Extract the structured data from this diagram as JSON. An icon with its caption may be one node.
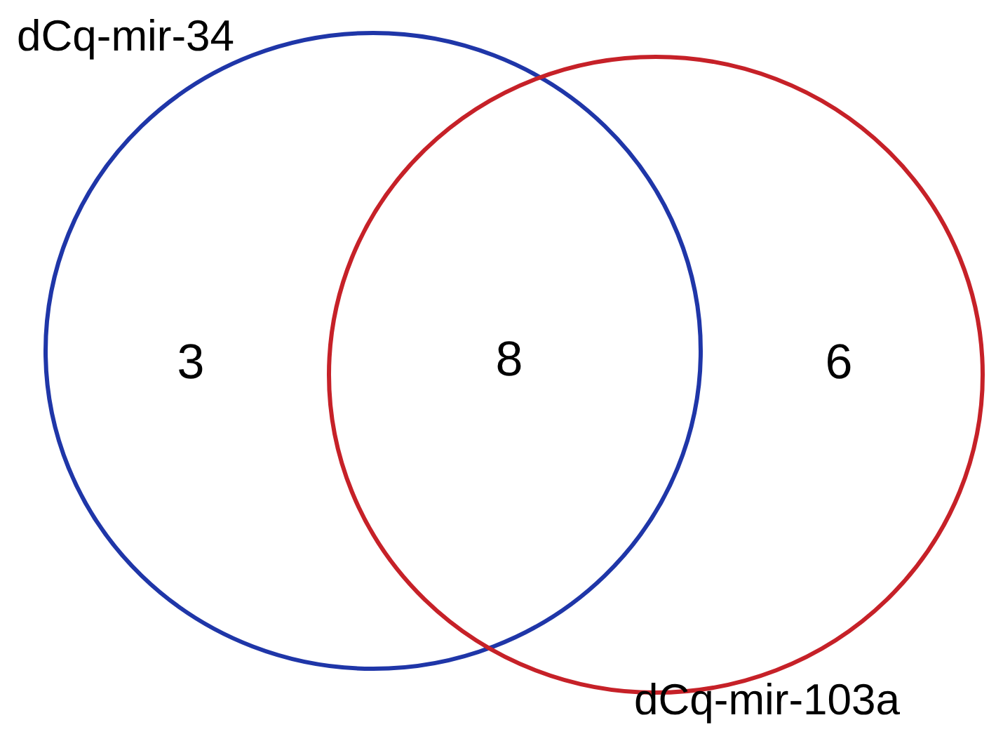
{
  "diagram": {
    "nodes": [
      {
        "text": [
          "dCq-mir-34"
        ]
      },
      {
        "text": [
          "dCq-mir-103a"
        ]
      }
    ],
    "labels": [
      "3",
      "8",
      "6"
    ]
  }
}
